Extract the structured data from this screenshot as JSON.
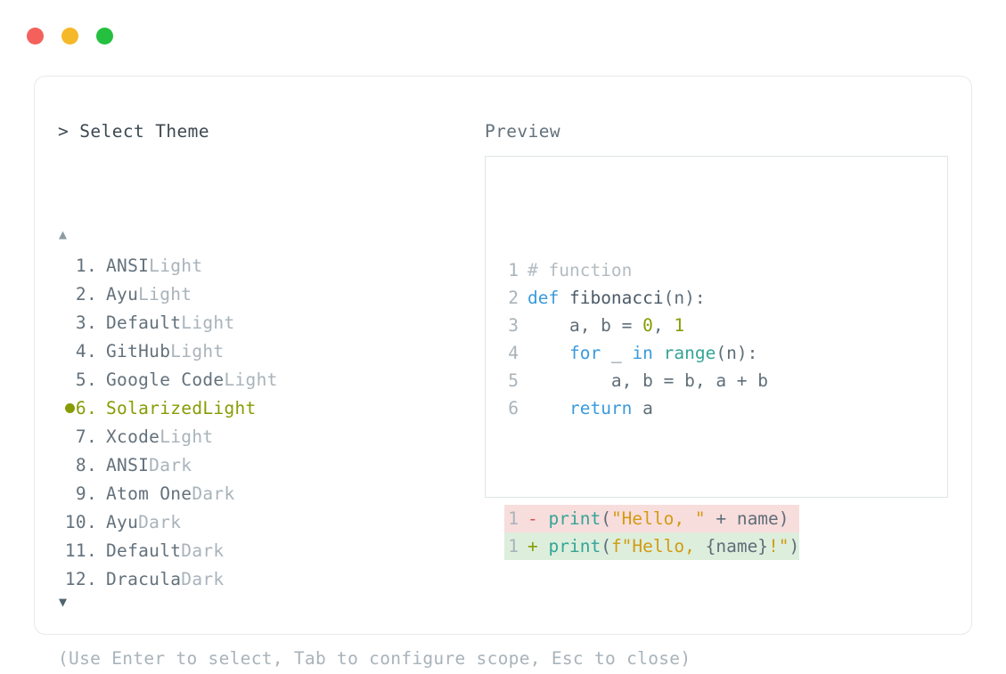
{
  "window": {
    "traffic_lights": [
      {
        "name": "close",
        "color": "#f4615c"
      },
      {
        "name": "minimize",
        "color": "#f5b829"
      },
      {
        "name": "maximize",
        "color": "#25c03f"
      }
    ]
  },
  "left_pane": {
    "prompt_chevron": ">",
    "prompt_title": "Select Theme",
    "scroll_up_icon": "▲",
    "scroll_down_icon": "▼",
    "selected_index": 6,
    "selected_marker": "●",
    "items": [
      {
        "index": "1.",
        "name": "ANSI",
        "variant": "Light",
        "selected": false
      },
      {
        "index": "2.",
        "name": "Ayu",
        "variant": "Light",
        "selected": false
      },
      {
        "index": "3.",
        "name": "Default",
        "variant": "Light",
        "selected": false
      },
      {
        "index": "4.",
        "name": "GitHub",
        "variant": "Light",
        "selected": false
      },
      {
        "index": "5.",
        "name": "Google Code",
        "variant": "Light",
        "selected": false
      },
      {
        "index": "6.",
        "name": "Solarized",
        "variant": "Light",
        "selected": true
      },
      {
        "index": "7.",
        "name": "Xcode",
        "variant": "Light",
        "selected": false
      },
      {
        "index": "8.",
        "name": "ANSI",
        "variant": "Dark",
        "selected": false
      },
      {
        "index": "9.",
        "name": "Atom One",
        "variant": "Dark",
        "selected": false
      },
      {
        "index": "10.",
        "name": "Ayu",
        "variant": "Dark",
        "selected": false
      },
      {
        "index": "11.",
        "name": "Default",
        "variant": "Dark",
        "selected": false
      },
      {
        "index": "12.",
        "name": "Dracula",
        "variant": "Dark",
        "selected": false
      }
    ]
  },
  "right_pane": {
    "preview_label": "Preview",
    "code_lines": [
      {
        "no": "1",
        "tokens": [
          {
            "t": "# function",
            "c": "t-com"
          }
        ]
      },
      {
        "no": "2",
        "tokens": [
          {
            "t": "def ",
            "c": "t-kw"
          },
          {
            "t": "fibonacci",
            "c": "t-fn"
          },
          {
            "t": "(n):",
            "c": "t-pl"
          }
        ]
      },
      {
        "no": "3",
        "tokens": [
          {
            "t": "    a, b = ",
            "c": "t-pl"
          },
          {
            "t": "0",
            "c": "t-num"
          },
          {
            "t": ", ",
            "c": "t-pl"
          },
          {
            "t": "1",
            "c": "t-num"
          }
        ]
      },
      {
        "no": "4",
        "tokens": [
          {
            "t": "    ",
            "c": "t-pl"
          },
          {
            "t": "for",
            "c": "t-kw"
          },
          {
            "t": " _ ",
            "c": "t-pl"
          },
          {
            "t": "in",
            "c": "t-kw"
          },
          {
            "t": " ",
            "c": "t-pl"
          },
          {
            "t": "range",
            "c": "t-bi"
          },
          {
            "t": "(n):",
            "c": "t-pl"
          }
        ]
      },
      {
        "no": "5",
        "tokens": [
          {
            "t": "        a, b = b, a + b",
            "c": "t-pl"
          }
        ]
      },
      {
        "no": "6",
        "tokens": [
          {
            "t": "    ",
            "c": "t-pl"
          },
          {
            "t": "return",
            "c": "t-kw"
          },
          {
            "t": " a",
            "c": "t-pl"
          }
        ]
      }
    ],
    "diff_lines": [
      {
        "no": "1",
        "kind": "del",
        "marker": "-",
        "tokens": [
          {
            "t": "print",
            "c": "t-bi"
          },
          {
            "t": "(",
            "c": "t-pl"
          },
          {
            "t": "\"Hello, \"",
            "c": "t-str"
          },
          {
            "t": " + name)",
            "c": "t-pl"
          }
        ]
      },
      {
        "no": "1",
        "kind": "add",
        "marker": "+",
        "tokens": [
          {
            "t": "print",
            "c": "t-bi"
          },
          {
            "t": "(",
            "c": "t-pl"
          },
          {
            "t": "f\"Hello, ",
            "c": "t-str"
          },
          {
            "t": "{name}",
            "c": "t-var"
          },
          {
            "t": "!\"",
            "c": "t-str"
          },
          {
            "t": ")",
            "c": "t-pl"
          }
        ]
      }
    ]
  },
  "footer": {
    "hint": "(Use Enter to select, Tab to configure scope, Esc to close)"
  }
}
